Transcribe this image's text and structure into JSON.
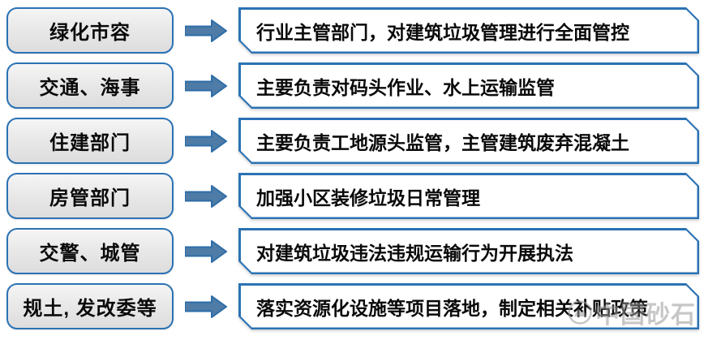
{
  "diagram": {
    "rows": [
      {
        "department": "绿化市容",
        "responsibility": "行业主管部门，对建筑垃圾管理进行全面管控"
      },
      {
        "department": "交通、海事",
        "responsibility": "主要负责对码头作业、水上运输监管"
      },
      {
        "department": "住建部门",
        "responsibility": "主要负责工地源头监管，主管建筑废弃混凝土"
      },
      {
        "department": "房管部门",
        "responsibility": "加强小区装修垃圾日常管理"
      },
      {
        "department": "交警、城管",
        "responsibility": "对建筑垃圾违法违规运输行为开展执法"
      },
      {
        "department": "规土, 发改委等",
        "responsibility": "落实资源化设施等项目落地，制定相关补贴政策"
      }
    ],
    "colors": {
      "box_border": "#2B72B4",
      "left_box_fill_top": "#F5F5F5",
      "left_box_fill_bottom": "#DDDDDD",
      "right_box_fill": "#FFFFFF",
      "arrow_fill": "#4E7CA6",
      "arrow_stroke": "#2E6DA8",
      "text": "#0A0A0A",
      "watermark": "#9A9A9A"
    },
    "watermark": {
      "text": "中国砂石"
    }
  }
}
